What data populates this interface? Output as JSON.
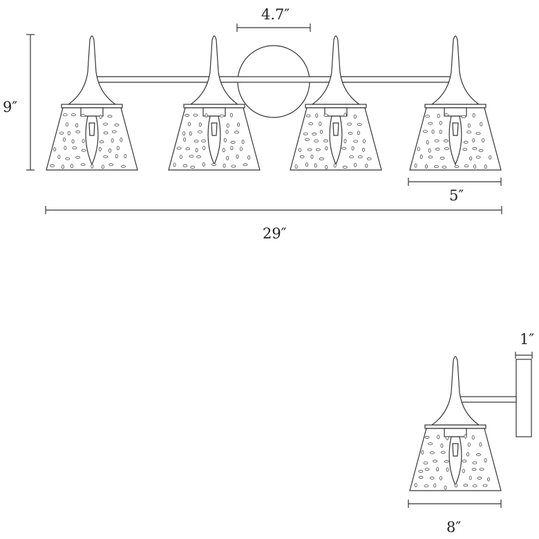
{
  "dimensions": {
    "height": "9″",
    "canopy_width": "4.7″",
    "shade_width": "5″",
    "total_width": "29″",
    "depth": "8″",
    "backplate_depth": "1″"
  },
  "colors": {
    "line": "#333333",
    "background": "#ffffff"
  }
}
